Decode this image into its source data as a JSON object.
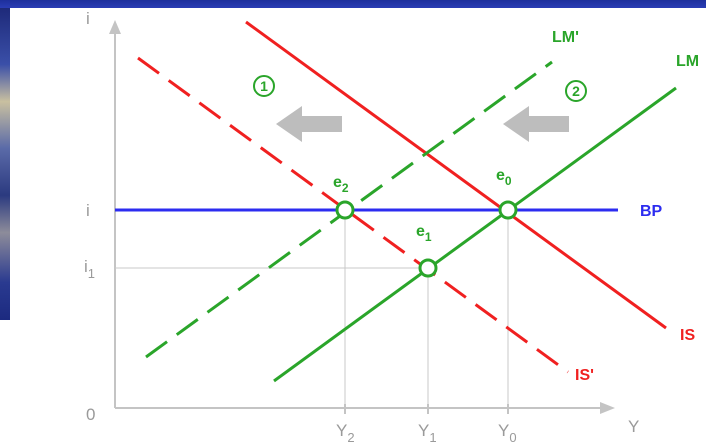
{
  "axes": {
    "y_label": "i",
    "x_label": "Y",
    "origin": "0"
  },
  "ticks": {
    "y_i": "i",
    "y_i1": {
      "base": "i",
      "sub": "1"
    },
    "x_Y2": {
      "base": "Y",
      "sub": "2"
    },
    "x_Y1": {
      "base": "Y",
      "sub": "1"
    },
    "x_Y0": {
      "base": "Y",
      "sub": "0"
    }
  },
  "curves": {
    "LM": "LM",
    "LM_prime": "LM'",
    "IS": "IS",
    "IS_prime": "IS'",
    "BP": "BP"
  },
  "points": {
    "e0": {
      "base": "e",
      "sub": "0"
    },
    "e1": {
      "base": "e",
      "sub": "1"
    },
    "e2": {
      "base": "e",
      "sub": "2"
    }
  },
  "steps": {
    "step1": "1",
    "step2": "2"
  },
  "colors": {
    "green": "#2aa52a",
    "red": "#f02020",
    "blue": "#2c2cf0",
    "axis": "#c4c4c4",
    "arrow": "#bdbdbd",
    "guide": "#c8c8c8"
  }
}
